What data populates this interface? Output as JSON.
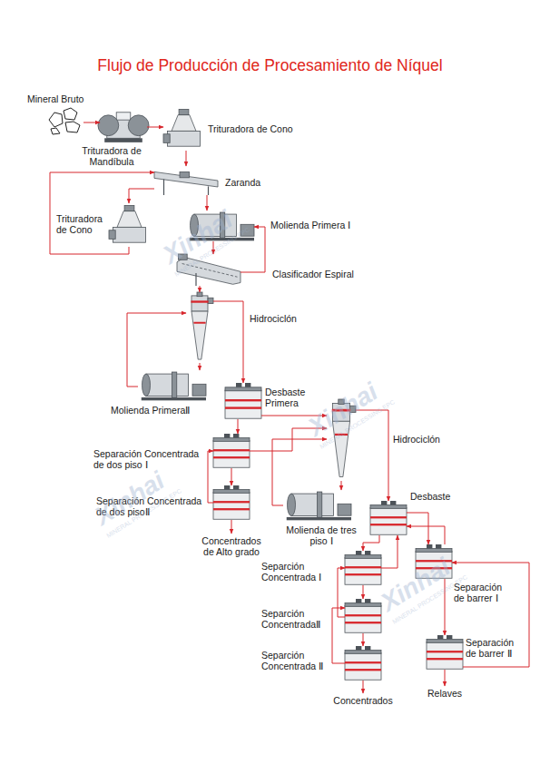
{
  "diagram": {
    "title": "Flujo de Producción de Procesamiento de Níquel",
    "nodes": [
      {
        "text": [
          "Mineral Bruto"
        ]
      },
      {
        "text": [
          "Trituradora de Mandíbula"
        ]
      },
      {
        "text": [
          "Trituradora de Cono"
        ]
      },
      {
        "text": [
          "Zaranda"
        ]
      },
      {
        "text": [
          "Trituradora de Cono"
        ]
      },
      {
        "text": [
          "Molienda Primera Ⅰ"
        ]
      },
      {
        "text": [
          "Clasificador Espiral"
        ]
      },
      {
        "text": [
          "Hidrociclón"
        ]
      },
      {
        "text": [
          "Molienda PrimeraⅡ"
        ]
      },
      {
        "text": [
          "Desbaste Primera"
        ]
      },
      {
        "text": [
          "Separación Concentrada de dos piso Ⅰ"
        ]
      },
      {
        "text": [
          "Hidrociclón"
        ]
      },
      {
        "text": [
          "Separación Concentrada de dos pisoⅡ"
        ]
      },
      {
        "text": [
          "Molienda de tres piso Ⅰ"
        ]
      },
      {
        "text": [
          "Desbaste"
        ]
      },
      {
        "text": [
          "Separción Concentrada Ⅰ"
        ]
      },
      {
        "text": [
          "Separación de barrer Ⅰ"
        ]
      },
      {
        "text": [
          "Separción ConcentradaⅡ"
        ]
      },
      {
        "text": [
          "Separación de barrer Ⅱ"
        ]
      },
      {
        "text": [
          "Separción Concentrada Ⅱ"
        ]
      }
    ],
    "edges": [
      {
        "from": 0,
        "to": 1,
        "arrow": "to"
      },
      {
        "from": 1,
        "to": 2,
        "arrow": "to"
      },
      {
        "from": 2,
        "to": 3,
        "arrow": "to"
      },
      {
        "from": 3,
        "to": 4,
        "arrow": "to"
      },
      {
        "from": 4,
        "to": 3,
        "arrow": "to"
      },
      {
        "from": 3,
        "to": 5,
        "arrow": "to"
      },
      {
        "from": 5,
        "to": 6,
        "arrow": "to"
      },
      {
        "from": 6,
        "to": 5,
        "arrow": "to"
      },
      {
        "from": 6,
        "to": 7,
        "arrow": "to"
      },
      {
        "from": 7,
        "to": 8,
        "arrow": "to"
      },
      {
        "from": 8,
        "to": 7,
        "arrow": "to"
      },
      {
        "from": 7,
        "to": 9,
        "arrow": "to"
      },
      {
        "from": 9,
        "to": 10,
        "arrow": "to"
      },
      {
        "from": 10,
        "to": 12,
        "arrow": "to"
      },
      {
        "from": 12,
        "to": 10,
        "arrow": "to"
      },
      {
        "from": 9,
        "to": 11,
        "arrow": "to"
      },
      {
        "from": 10,
        "to": 11,
        "arrow": "to"
      },
      {
        "from": 11,
        "to": 13,
        "arrow": "to"
      },
      {
        "from": 13,
        "to": 11,
        "arrow": "to"
      },
      {
        "from": 11,
        "to": 14,
        "arrow": "to"
      },
      {
        "from": 14,
        "to": 15,
        "arrow": "to"
      },
      {
        "from": 14,
        "to": 16,
        "arrow": "to"
      },
      {
        "from": 15,
        "to": 17,
        "arrow": "to"
      },
      {
        "from": 17,
        "to": 19,
        "arrow": "to"
      },
      {
        "from": 17,
        "to": 15,
        "arrow": "to"
      },
      {
        "from": 19,
        "to": 17,
        "arrow": "to"
      },
      {
        "from": 15,
        "to": 14,
        "arrow": "to"
      },
      {
        "from": 16,
        "to": 14,
        "arrow": "to"
      },
      {
        "from": 16,
        "to": 18,
        "arrow": "to"
      },
      {
        "from": 18,
        "to": 16,
        "arrow": "to"
      }
    ],
    "labels": [
      "Concentrados de Alto grado",
      "Concentrados",
      "Relaves",
      "Xinhai",
      "MINERAL PROCESSING EPC",
      "Xinhai",
      "MINERAL PROCESSING EPC",
      "Xinhai",
      "MINERAL PROCESSING EPC",
      "Xinhai",
      "MINERAL PROCESSING EPC"
    ]
  }
}
